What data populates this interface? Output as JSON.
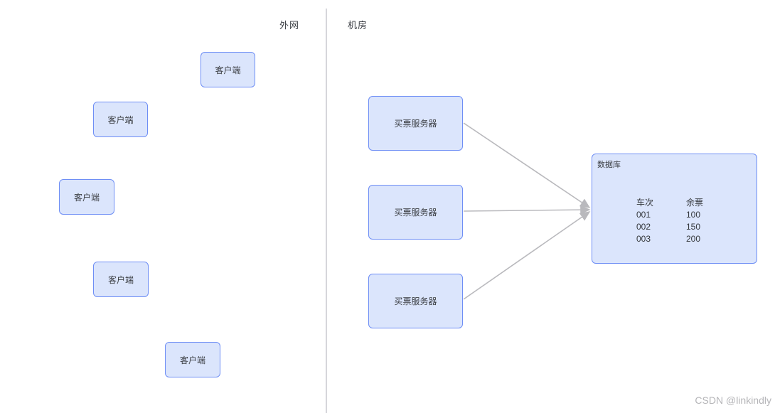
{
  "regions": {
    "left_label": "外网",
    "right_label": "机房"
  },
  "clients": [
    {
      "label": "客户端"
    },
    {
      "label": "客户端"
    },
    {
      "label": "客户端"
    },
    {
      "label": "客户端"
    },
    {
      "label": "客户端"
    }
  ],
  "servers": [
    {
      "label": "买票服务器"
    },
    {
      "label": "买票服务器"
    },
    {
      "label": "买票服务器"
    }
  ],
  "database": {
    "label": "数据库",
    "table": {
      "headers": [
        "车次",
        "余票"
      ],
      "rows": [
        [
          "001",
          "100"
        ],
        [
          "002",
          "150"
        ],
        [
          "003",
          "200"
        ]
      ]
    }
  },
  "watermark": "CSDN @linkindly",
  "colors": {
    "node_fill": "#dbe5fc",
    "node_border": "#6e8ef5",
    "arrow": "#b9b9bd",
    "divider": "#d6d6db",
    "text": "#3a3d42",
    "watermark": "#b5b5b8"
  }
}
